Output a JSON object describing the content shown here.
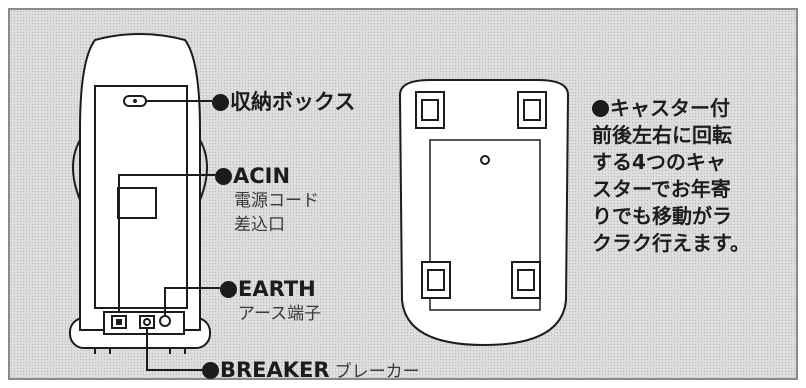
{
  "labels": {
    "storage_box": "収納ボックス",
    "acin": "ACIN",
    "acin_desc_1": "電源コード",
    "acin_desc_2": "差込口",
    "earth": "EARTH",
    "earth_desc": "アース端子",
    "breaker": "BREAKER",
    "breaker_desc": "ブレーカー"
  },
  "caster_note": {
    "title": "キャスター付",
    "lines": [
      "前後左右に回転",
      "する4つのキャ",
      "スターでお年寄",
      "りでも移動がラ",
      "クラク行えます。"
    ]
  },
  "colors": {
    "background": "#dedede",
    "line": "#1c1c1c",
    "device_fill": "#ffffff"
  }
}
